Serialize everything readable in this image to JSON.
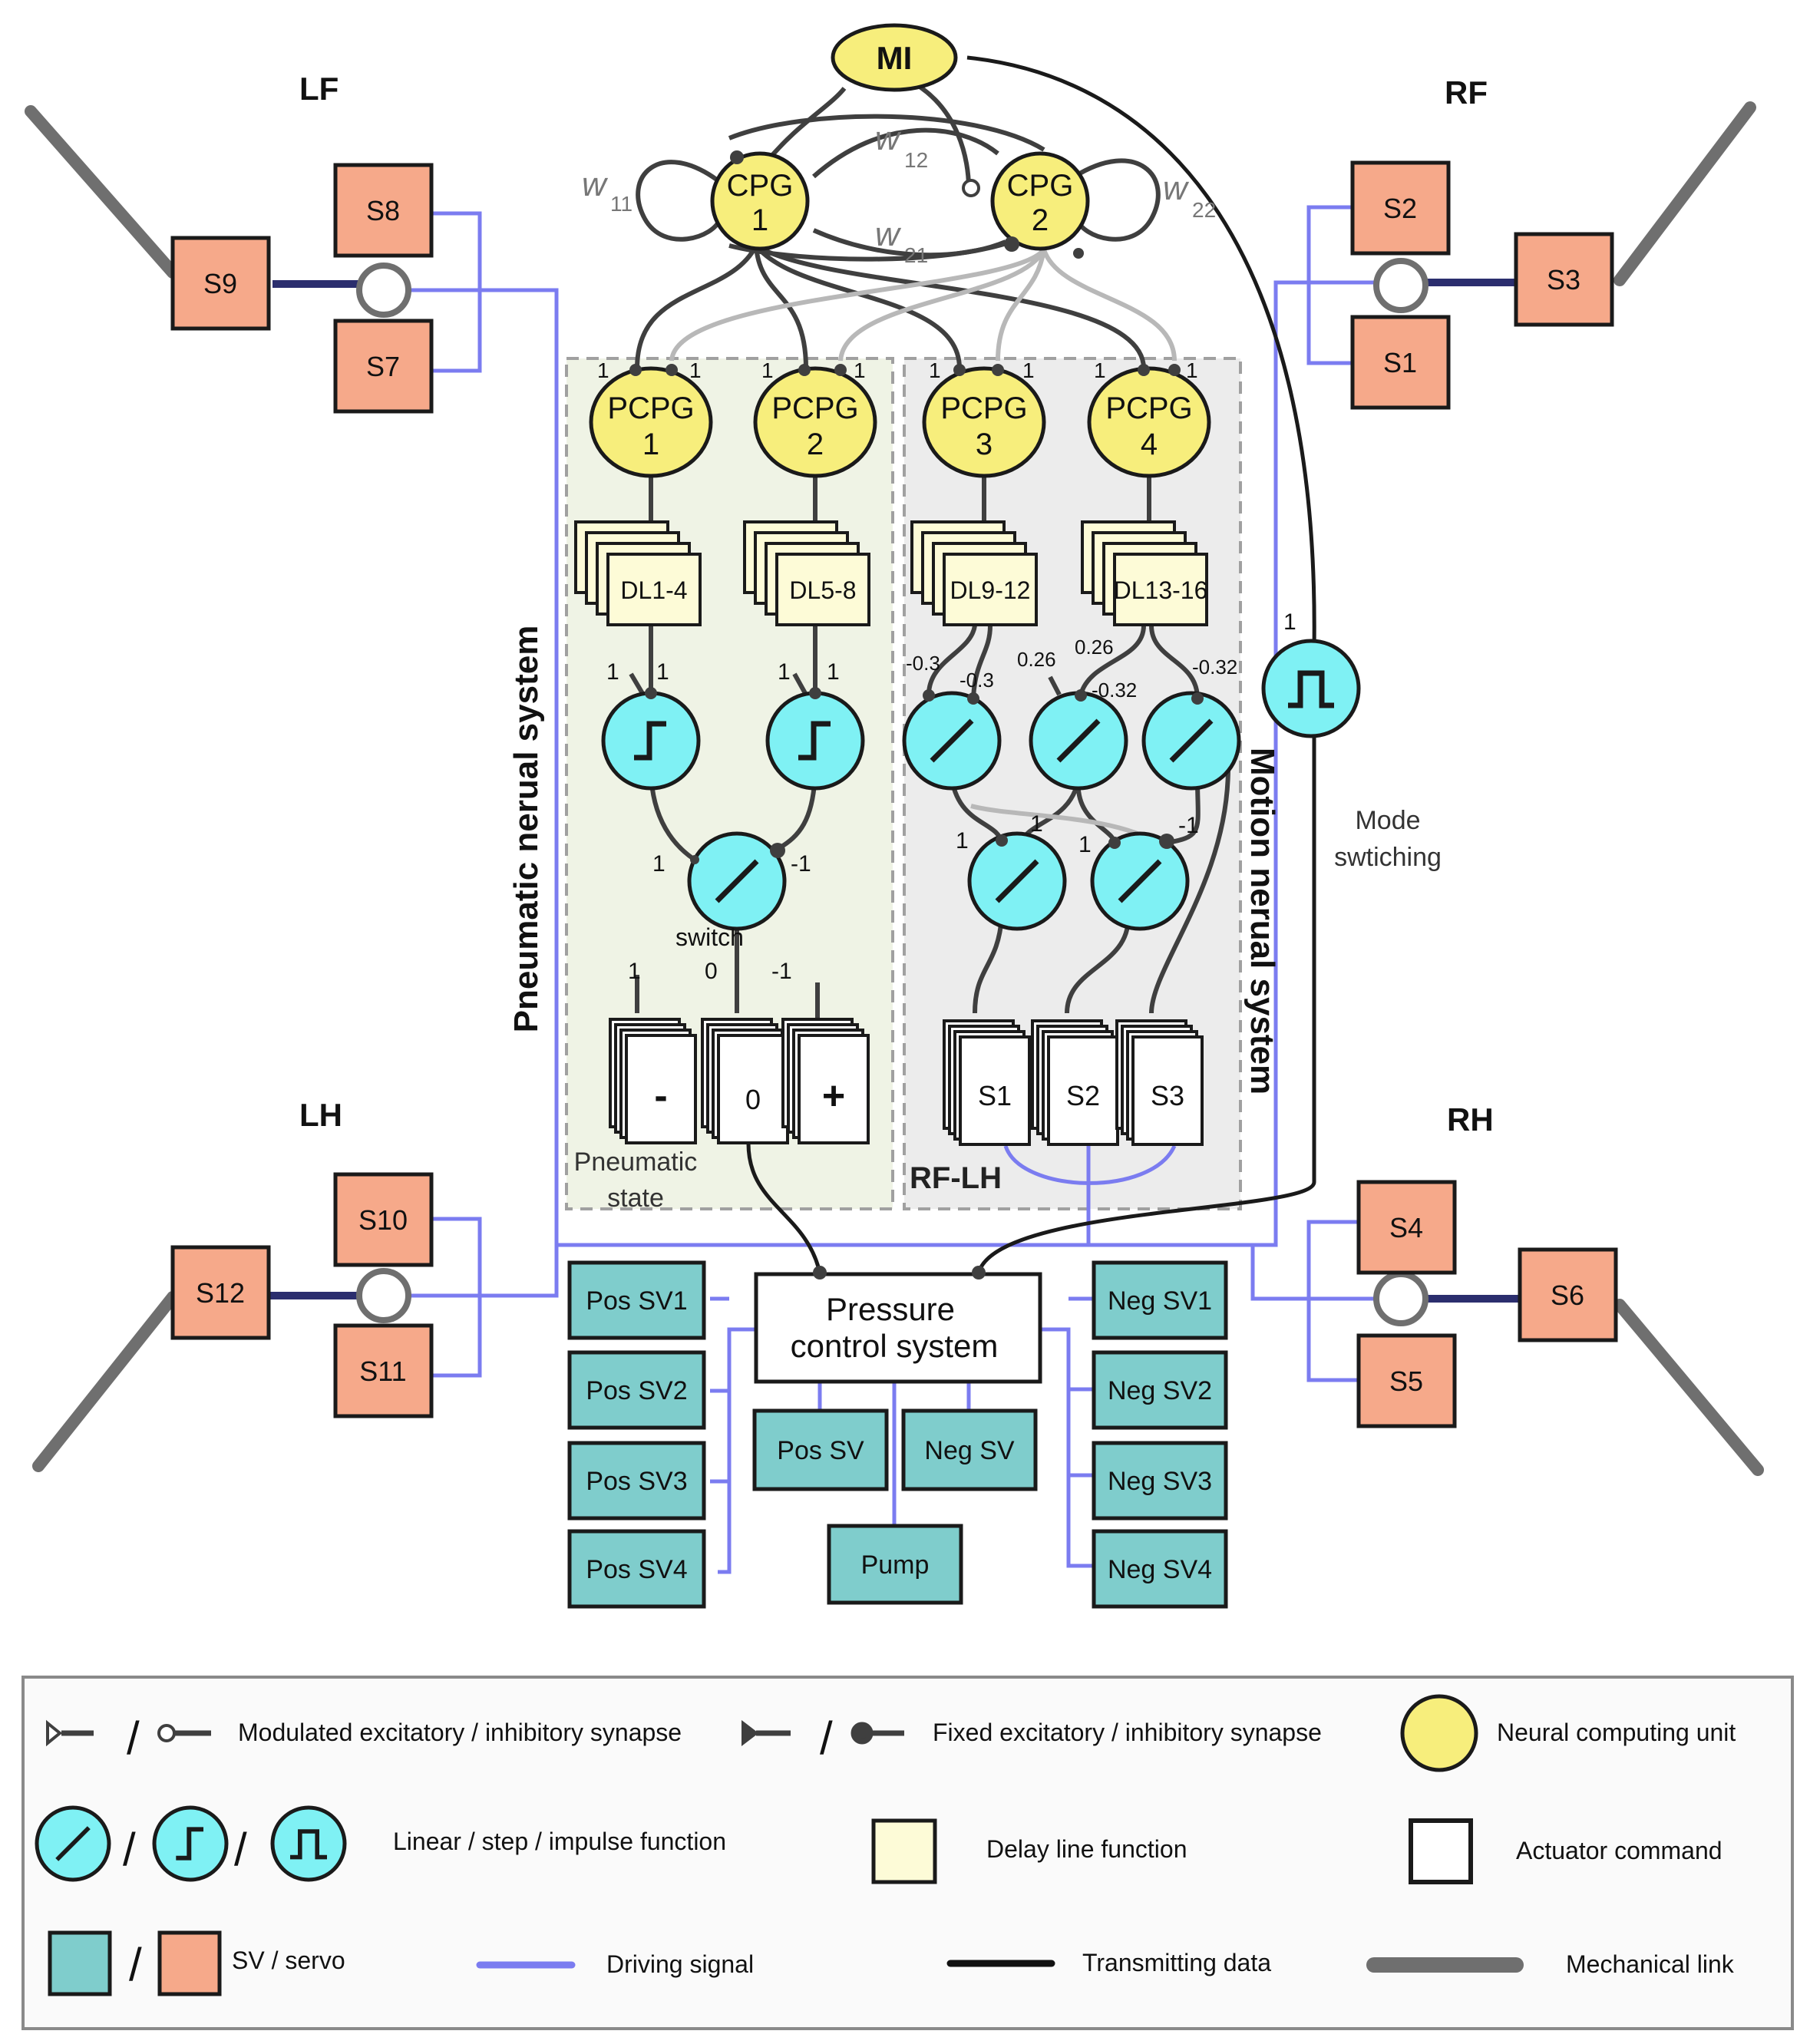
{
  "colors": {
    "servo": "#f6a98a",
    "sv": "#7fcdcc",
    "neuron": "#f7ee7c",
    "delay": "#fdfbd7",
    "func": "#7ff1f4",
    "driving": "#7b7cf0",
    "transmit": "#111111",
    "link": "#6f6f6f",
    "pneumaticPanel": "#eff3e5",
    "motionPanel": "#ececec"
  },
  "legs": {
    "lf": "LF",
    "rf": "RF",
    "lh": "LH",
    "rh": "RH"
  },
  "servos": {
    "s1": "S1",
    "s2": "S2",
    "s3": "S3",
    "s4": "S4",
    "s5": "S5",
    "s6": "S6",
    "s7": "S7",
    "s8": "S8",
    "s9": "S9",
    "s10": "S10",
    "s11": "S11",
    "s12": "S12"
  },
  "cpg": {
    "mi": "MI",
    "cpg1": [
      "CPG",
      "1"
    ],
    "cpg2": [
      "CPG",
      "2"
    ],
    "weights": {
      "w11": [
        "w",
        "11"
      ],
      "w12": [
        "w",
        "12"
      ],
      "w21": [
        "w",
        "21"
      ],
      "w22": [
        "w",
        "22"
      ]
    }
  },
  "pcpg": [
    {
      "name": "PCPG",
      "num": "1"
    },
    {
      "name": "PCPG",
      "num": "2"
    },
    {
      "name": "PCPG",
      "num": "3"
    },
    {
      "name": "PCPG",
      "num": "4"
    }
  ],
  "delay_lines": [
    "DL1-4",
    "DL5-8",
    "DL9-12",
    "DL13-16"
  ],
  "weight_labels": {
    "one": "1",
    "zero": "0",
    "neg_one": "-1",
    "neg_03": "-0.3",
    "pos_026": "0.26",
    "neg_032": "-0.32"
  },
  "pneumatic": {
    "title": "Pneumatic nerual system",
    "switch_label": "switch",
    "state_label": [
      "Pneumatic",
      "state"
    ],
    "commands": [
      "-",
      "0",
      "+"
    ]
  },
  "motion": {
    "title": "Motion nerual system",
    "group_label": "RF-LH",
    "commands": [
      "S1",
      "S2",
      "S3"
    ]
  },
  "mode_switching": [
    "Mode",
    "swtiching"
  ],
  "pressure": {
    "title": [
      "Pressure",
      "control system"
    ],
    "pos_svs": [
      "Pos SV1",
      "Pos SV2",
      "Pos SV3",
      "Pos SV4"
    ],
    "neg_svs": [
      "Neg SV1",
      "Neg SV2",
      "Neg SV3",
      "Neg SV4"
    ],
    "pos_sv": "Pos SV",
    "neg_sv": "Neg SV",
    "pump": "Pump"
  },
  "legend": {
    "synapse_modulated": "Modulated excitatory / inhibitory synapse",
    "synapse_fixed": "Fixed excitatory / inhibitory synapse",
    "neural_unit": "Neural computing unit",
    "functions": "Linear / step / impulse function",
    "delay_line": "Delay line function",
    "actuator": "Actuator command",
    "sv_servo": "SV / servo",
    "driving": "Driving signal",
    "transmitting": "Transmitting data",
    "mechanical": "Mechanical link",
    "slash": "/"
  }
}
